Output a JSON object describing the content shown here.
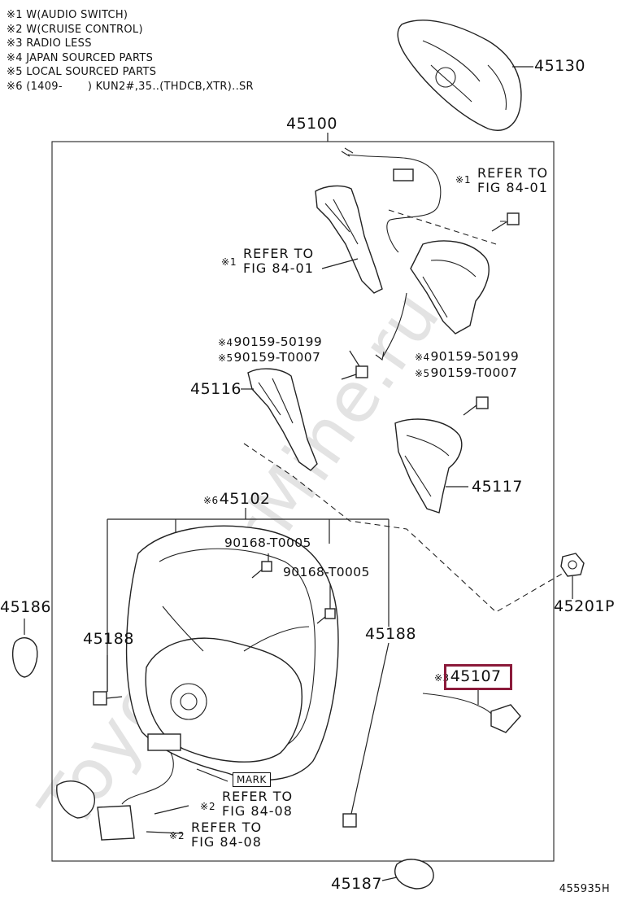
{
  "notes": [
    "※1 W(AUDIO SWITCH)",
    "※2 W(CRUISE CONTROL)",
    "※3 RADIO LESS",
    "※4 JAPAN SOURCED PARTS",
    "※5 LOCAL SOURCED PARTS",
    "※6 (1409-       ) KUN2#,35..(THDCB,XTR)..SR"
  ],
  "parts": {
    "p45130": "45130",
    "p45100": "45100",
    "p45116": "45116",
    "p45117": "45117",
    "p45102": "45102",
    "p45186": "45186",
    "p45188_left": "45188",
    "p45188_right": "45188",
    "p45107": "45107",
    "p45201p": "45201P",
    "p45187": "45187",
    "bolt_left_a": "90159-50199",
    "bolt_left_b": "90159-T0007",
    "bolt_right_a": "90159-50199",
    "bolt_right_b": "90159-T0007",
    "screw_a": "90168-T0005",
    "screw_b": "90168-T0005"
  },
  "marks": {
    "m1": "※1",
    "m4": "※4",
    "m5": "※5",
    "m6": "※6",
    "m3": "※3",
    "m2": "※2"
  },
  "refs": {
    "ref_top_right_1": "REFER TO",
    "ref_top_right_2": "FIG 84-01",
    "ref_mid_left_1": "REFER TO",
    "ref_mid_left_2": "FIG 84-01",
    "ref_bottom_a_1": "REFER TO",
    "ref_bottom_a_2": "FIG 84-08",
    "ref_bottom_b_1": "REFER TO",
    "ref_bottom_b_2": "FIG 84-08"
  },
  "mark_label": "MARK",
  "watermark": "ToyotaCarMine.ru",
  "diagram_number": "455935H"
}
